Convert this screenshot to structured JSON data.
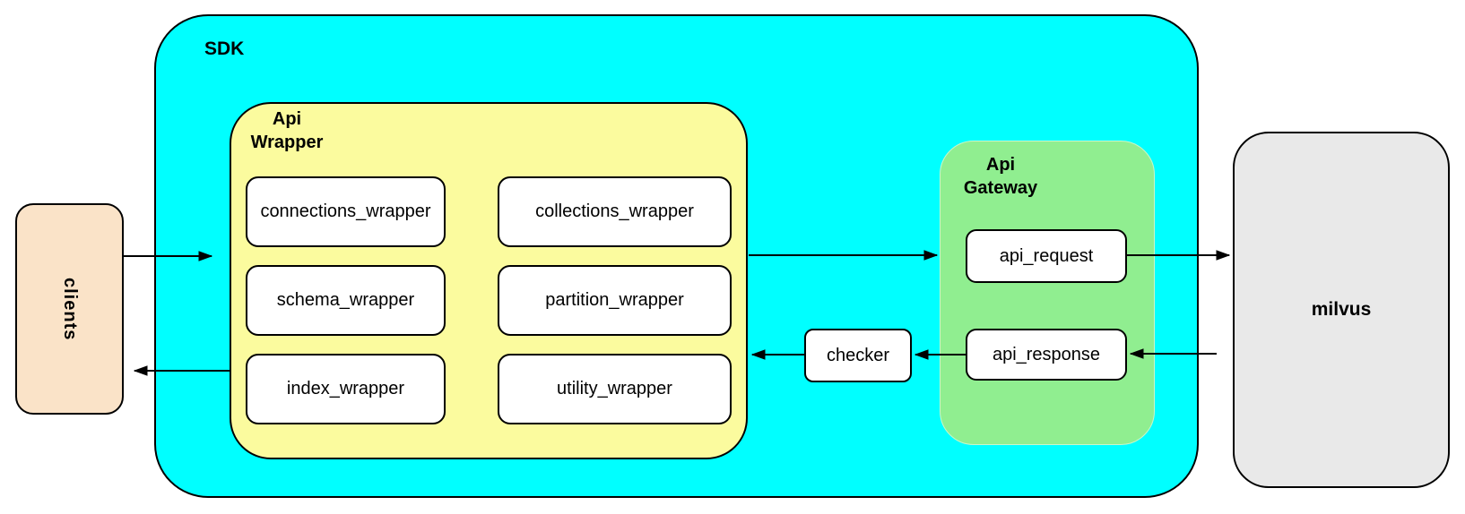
{
  "nodes": {
    "clients": {
      "label": "clients"
    },
    "sdk": {
      "label": "SDK"
    },
    "api_wrapper": {
      "label": "Api Wrapper",
      "children": [
        "connections_wrapper",
        "collections_wrapper",
        "schema_wrapper",
        "partition_wrapper",
        "index_wrapper",
        "utility_wrapper"
      ]
    },
    "api_gateway": {
      "label": "Api Gateway",
      "children": [
        "api_request",
        "api_response"
      ]
    },
    "checker": {
      "label": "checker"
    },
    "milvus": {
      "label": "milvus"
    }
  },
  "edges": [
    {
      "from": "clients",
      "to": "SDK"
    },
    {
      "from": "SDK",
      "to": "clients"
    },
    {
      "from": "Api Wrapper",
      "to": "api_request"
    },
    {
      "from": "api_request",
      "to": "milvus"
    },
    {
      "from": "milvus",
      "to": "api_response"
    },
    {
      "from": "api_response",
      "to": "checker"
    },
    {
      "from": "checker",
      "to": "Api Wrapper"
    }
  ],
  "colors": {
    "sdk_fill": "#00ffff",
    "api_wrapper_fill": "#fbfb9e",
    "api_gateway_fill": "#90ee90",
    "clients_fill": "#fae3c8",
    "milvus_fill": "#e9e9e9",
    "leaf_fill": "#ffffff",
    "border": "#000000"
  }
}
